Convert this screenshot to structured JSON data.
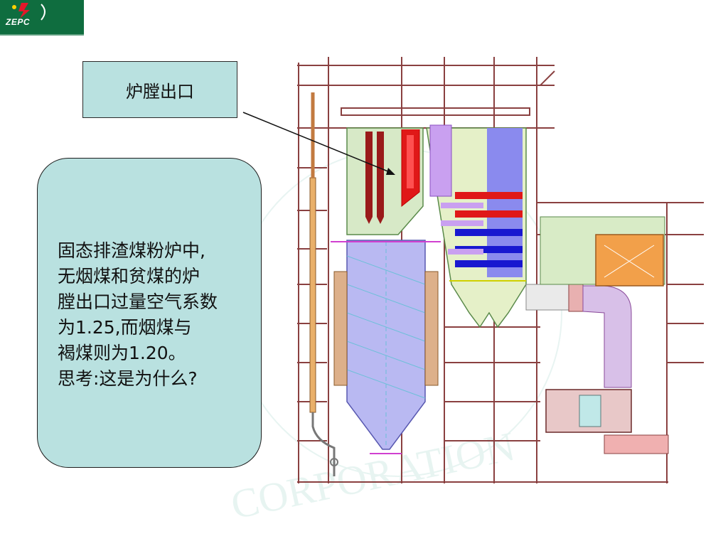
{
  "logo": {
    "text": "ZEPC"
  },
  "callout": {
    "label": "炉膛出口"
  },
  "note": {
    "lines": [
      "固态排渣煤粉炉中,",
      "无烟煤和贫煤的炉",
      "膛出口过量空气系数",
      "为1.25,而烟煤与",
      "褐煤则为1.20。",
      "思考:这是为什么?"
    ]
  },
  "watermark": {
    "text": "CORPORATION"
  },
  "colors": {
    "header_green": "#0f6d3f",
    "callout_fill": "#b9e1e0",
    "tube_red": "#cc1111",
    "furnace_blue": "#8c8cf0",
    "duct_orange": "#f2a04a",
    "structure": "#7a2a2a"
  }
}
